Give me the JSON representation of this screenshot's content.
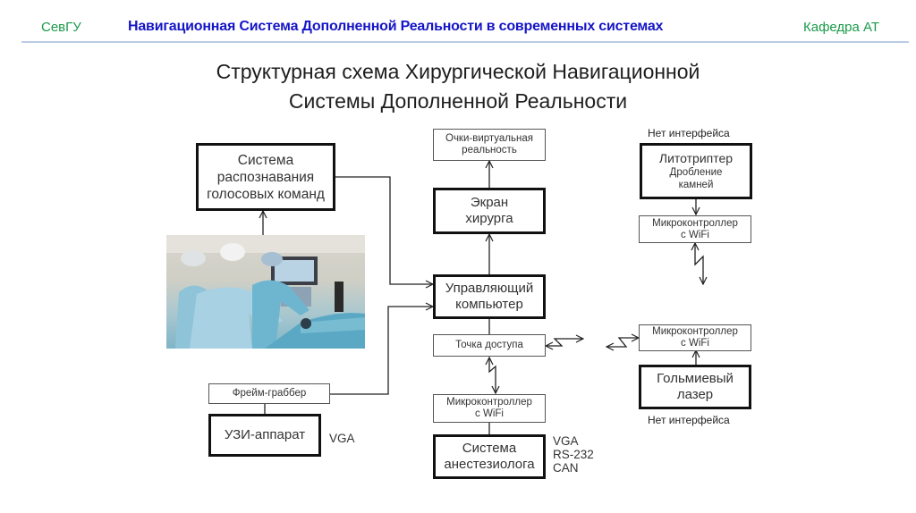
{
  "header": {
    "left": "СевГУ",
    "center": "Навигационная Система Дополненной Реальности в современных системах",
    "right": "Кафедра АТ"
  },
  "title": {
    "line1": "Структурная схема Хирургической Навигационной",
    "line2": "Системы Дополненной Реальности"
  },
  "colors": {
    "header_side": "#1a9a4a",
    "header_center": "#1515c8",
    "rule": "#b9cce4"
  },
  "diagram": {
    "voice": {
      "line1": "Система",
      "line2": "распознавания",
      "line3": "голосовых команд"
    },
    "vr_glasses": {
      "line1": "Очки-виртуальная",
      "line2": "реальность"
    },
    "surgeon_screen": {
      "line1": "Экран",
      "line2": "хирурга"
    },
    "control_pc": {
      "line1": "Управляющий",
      "line2": "компьютер"
    },
    "access_point": {
      "label": "Точка доступа"
    },
    "frame_grabber": {
      "label": "Фрейм-граббер"
    },
    "ultrasound": {
      "label": "УЗИ-аппарат",
      "interface": "VGA"
    },
    "mcu_anesth": {
      "line1": "Микроконтроллер",
      "line2": "с WiFi"
    },
    "anesthesia": {
      "line1": "Система",
      "line2": "анестезиолога",
      "interfaces": [
        "VGA",
        "RS-232",
        "CAN"
      ]
    },
    "lithotripter": {
      "no_interface": "Нет интерфейса",
      "line1": "Литотриптер",
      "line2": "Дробление",
      "line3": "камней"
    },
    "mcu_litho": {
      "line1": "Микроконтроллер",
      "line2": "с WiFi"
    },
    "mcu_laser": {
      "line1": "Микроконтроллер",
      "line2": "с WiFi"
    },
    "laser": {
      "line1": "Гольмиевый",
      "line2": "лазер",
      "no_interface": "Нет интерфейса"
    },
    "photo": {
      "alt": "operating-room-photo"
    }
  }
}
